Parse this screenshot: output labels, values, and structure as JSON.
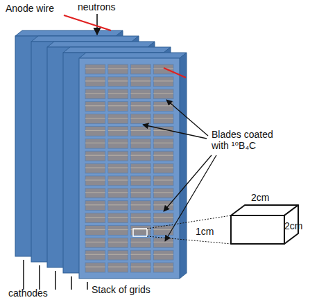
{
  "diagram": {
    "labels": [
      "Anode wire",
      "neutrons",
      "Blades coated with ¹⁰B₄C",
      "2cm",
      "2cm",
      "1cm",
      "cathodes",
      "Stack of grids"
    ]
  }
}
